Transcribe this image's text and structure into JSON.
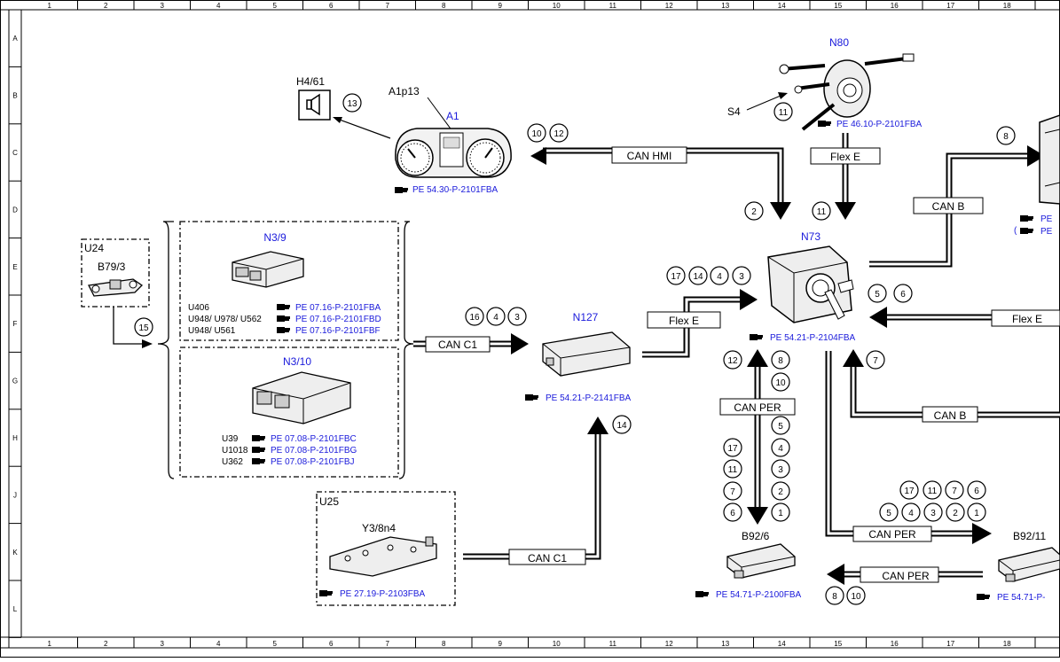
{
  "col_labels": [
    "1",
    "2",
    "3",
    "4",
    "5",
    "6",
    "7",
    "8",
    "9",
    "10",
    "11",
    "12",
    "13",
    "14",
    "15",
    "16",
    "17",
    "18"
  ],
  "row_labels": [
    "A",
    "B",
    "C",
    "D",
    "E",
    "F",
    "G",
    "H",
    "J",
    "K",
    "L"
  ],
  "components": {
    "h4_61": "H4/61",
    "a1p13": "A1p13",
    "a1": "A1",
    "a1_ref": "PE 54.30-P-2101FBA",
    "n80": "N80",
    "s4": "S4",
    "n80_ref": "PE 46.10-P-2101FBA",
    "u24": "U24",
    "b79_3": "B79/3",
    "n3_9": "N3/9",
    "n3_10": "N3/10",
    "n127": "N127",
    "n127_ref": "PE 54.21-P-2141FBA",
    "n73": "N73",
    "n73_ref": "PE 54.21-P-2104FBA",
    "u25": "U25",
    "y3_8n4": "Y3/8n4",
    "u25_ref": "PE 27.19-P-2103FBA",
    "b92_6": "B92/6",
    "b92_6_ref": "PE 54.71-P-2100FBA",
    "b92_11": "B92/11",
    "b92_11_ref": "PE 54.71-P-",
    "right_ref_1": "PE",
    "right_ref_2": "(",
    "right_ref_3": "PE"
  },
  "n3_9_refs": [
    {
      "code": "U406",
      "ref": "PE 07.16-P-2101FBA"
    },
    {
      "code": "U948/ U978/ U562",
      "ref": "PE 07.16-P-2101FBD"
    },
    {
      "code": "U948/ U561",
      "ref": "PE 07.16-P-2101FBF"
    }
  ],
  "n3_10_refs": [
    {
      "code": "U39",
      "ref": "PE 07.08-P-2101FBC"
    },
    {
      "code": "U1018",
      "ref": "PE 07.08-P-2101FBG"
    },
    {
      "code": "U362",
      "ref": "PE 07.08-P-2101FBJ"
    }
  ],
  "buses": {
    "can_hmi": "CAN HMI",
    "flex_e_top": "Flex E",
    "can_b_top": "CAN B",
    "can_c1_mid": "CAN C1",
    "flex_e_mid": "Flex E",
    "flex_e_right": "Flex E",
    "can_per_vert": "CAN PER",
    "can_b_right": "CAN B",
    "can_c1_bottom": "CAN C1",
    "can_per_right": "CAN PER",
    "can_per_bottom": "CAN PER"
  },
  "callouts": {
    "c13": "13",
    "c10a": "10",
    "c12a": "12",
    "c11_s4": "11",
    "c2": "2",
    "c11_flex": "11",
    "c8_top": "8",
    "c15": "15",
    "c16": "16",
    "c4a": "4",
    "c3a": "3",
    "c17a": "17",
    "c14a": "14",
    "c4b": "4",
    "c3b": "3",
    "c5a": "5",
    "c6a": "6",
    "c7a": "7",
    "c14b": "14",
    "c12b": "12",
    "c8b": "8",
    "c10b": "10",
    "c5b": "5",
    "c4c": "4",
    "c3c": "3",
    "c2b": "2",
    "c1a": "1",
    "c17b": "17",
    "c11b": "11",
    "c7b": "7",
    "c6b": "6",
    "c17c": "17",
    "c11c": "11",
    "c7c": "7",
    "c6c": "6",
    "c5c": "5",
    "c4d": "4",
    "c3d": "3",
    "c2c": "2",
    "c1b": "1",
    "c8c": "8",
    "c10c": "10"
  }
}
